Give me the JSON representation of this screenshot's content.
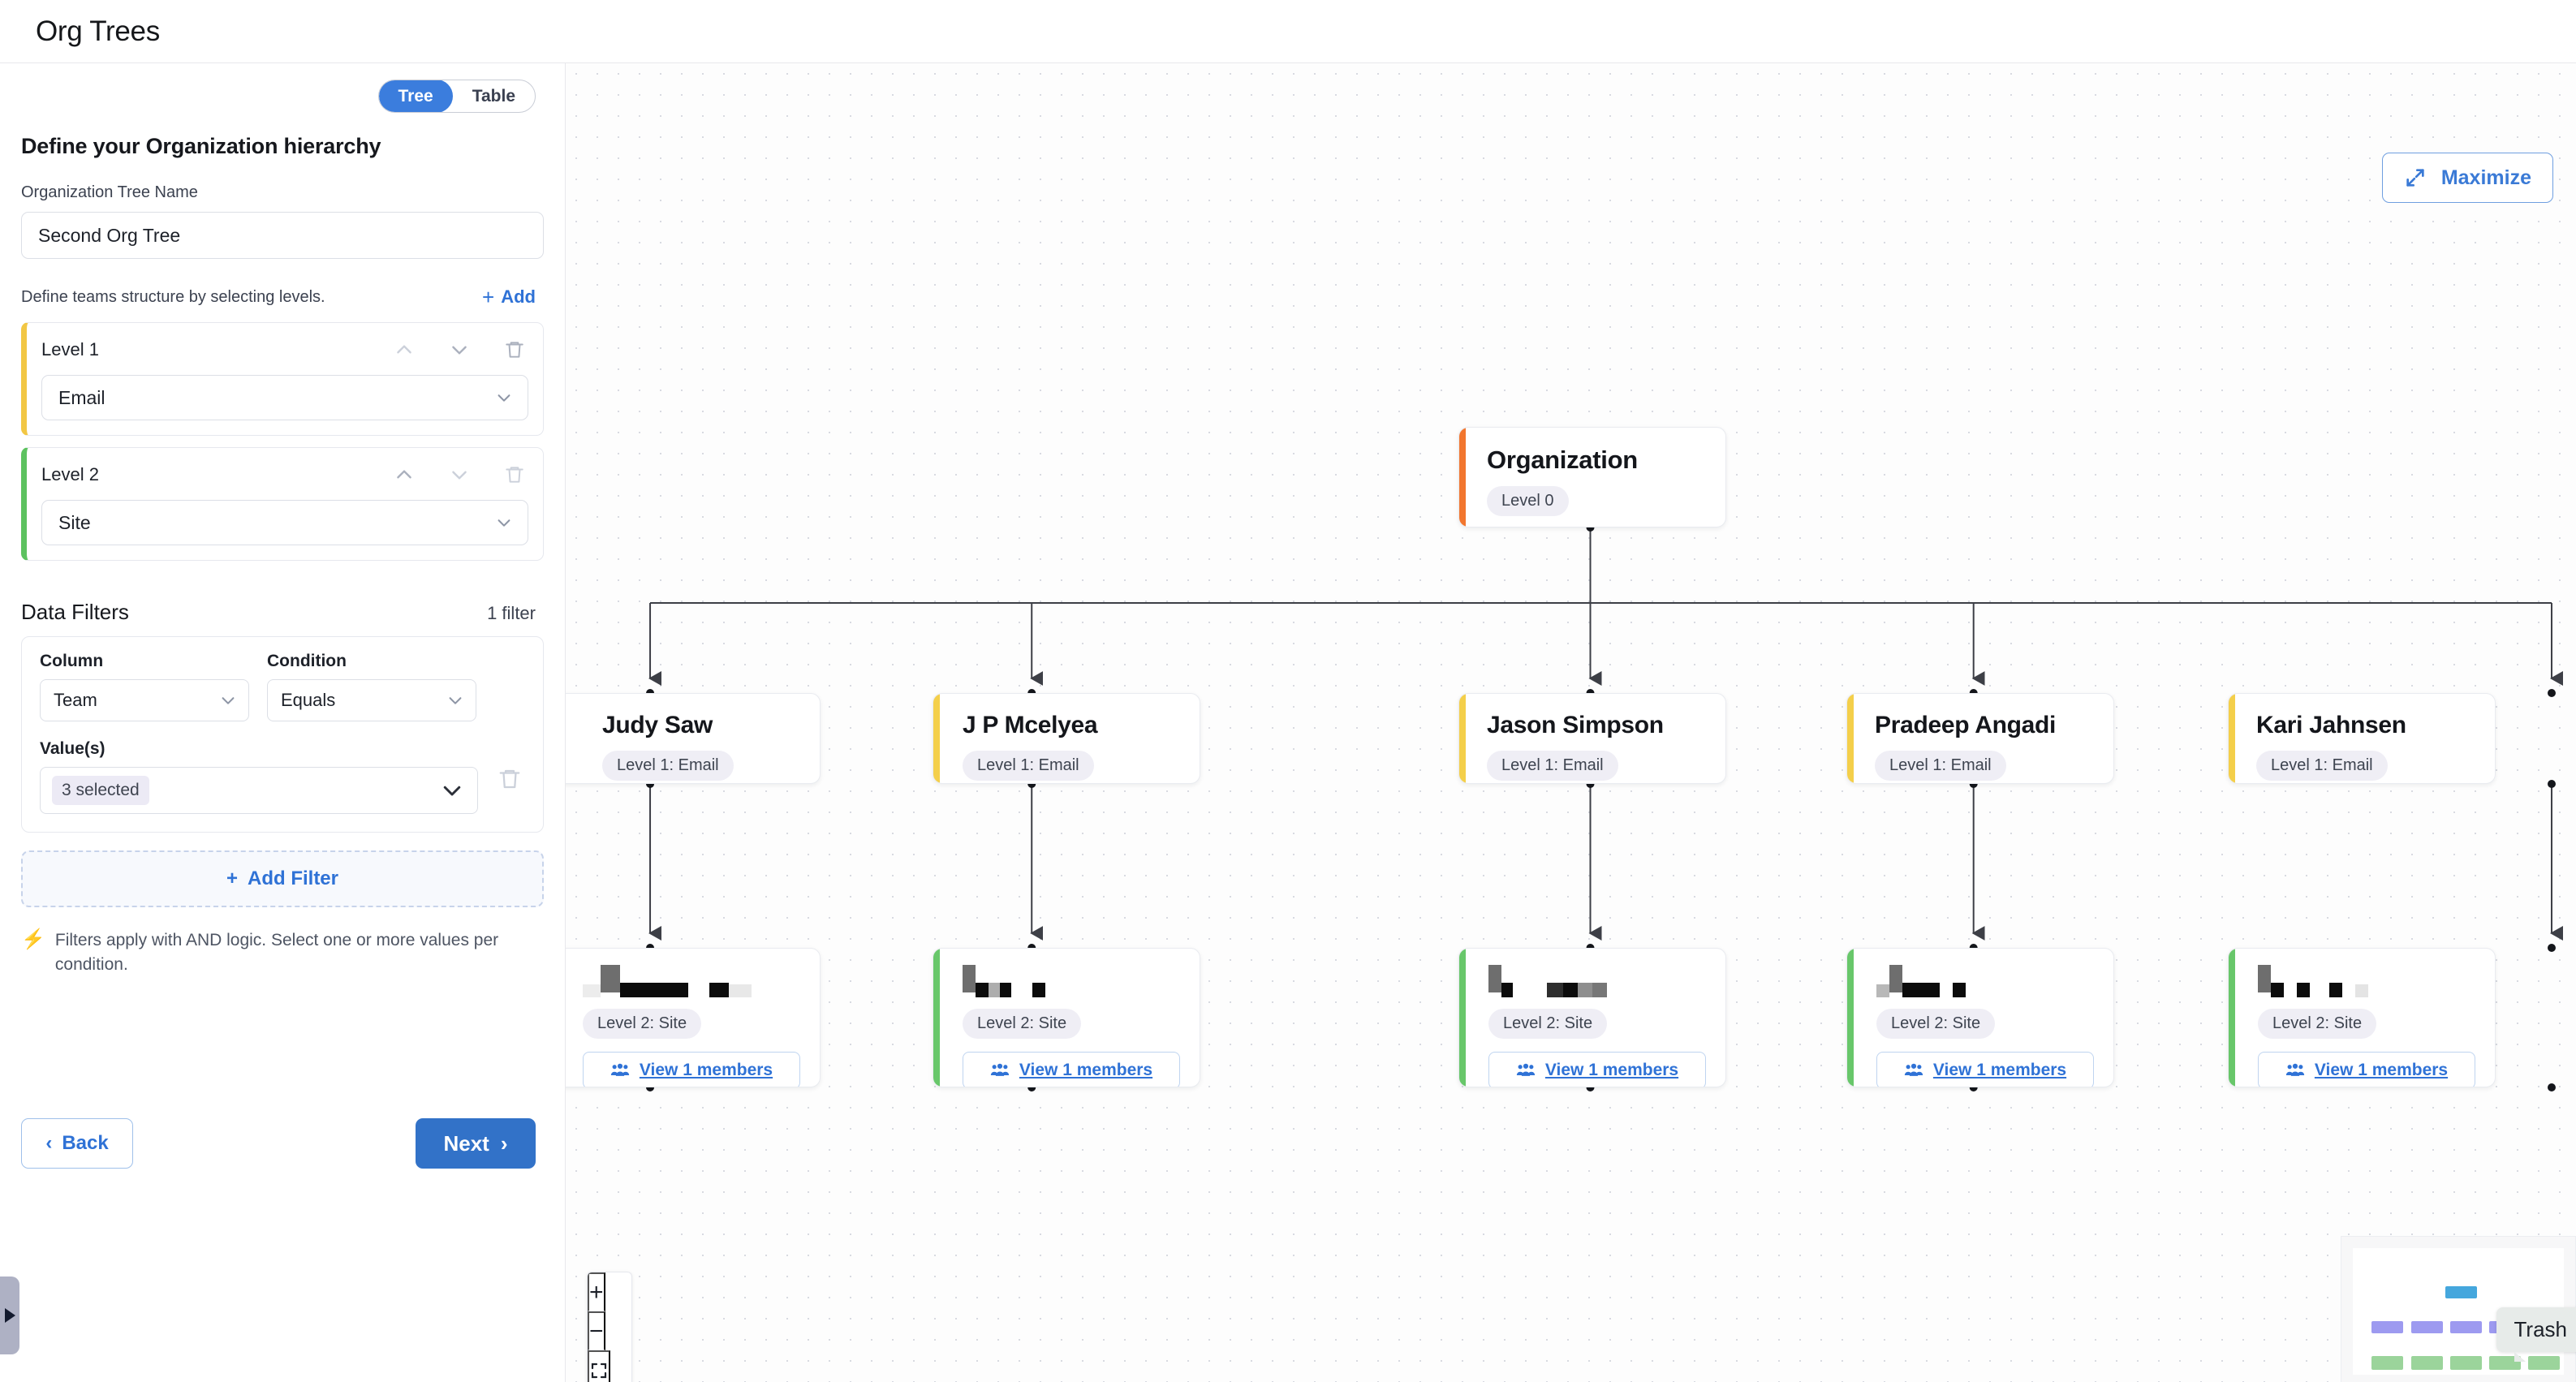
{
  "header": {
    "title": "Org Trees"
  },
  "sidebar": {
    "view_toggle": {
      "options": [
        "Tree",
        "Table"
      ],
      "selected": "Tree"
    },
    "section_title": "Define your Organization hierarchy",
    "tree_name_label": "Organization Tree Name",
    "tree_name_value": "Second Org Tree",
    "levels_hint": "Define teams structure by selecting levels.",
    "add_label": "Add",
    "levels": [
      {
        "name": "Level 1",
        "value": "Email",
        "accent": "#f4cf4a"
      },
      {
        "name": "Level 2",
        "value": "Site",
        "accent": "#5cc25f"
      }
    ],
    "filters": {
      "title": "Data Filters",
      "count_label": "1 filter",
      "column_label": "Column",
      "column_value": "Team",
      "condition_label": "Condition",
      "condition_value": "Equals",
      "values_label": "Value(s)",
      "values_chip": "3 selected",
      "add_filter_label": "Add Filter",
      "note": "Filters apply with AND logic. Select one or more values per condition."
    },
    "nav": {
      "back_label": "Back",
      "next_label": "Next"
    }
  },
  "canvas": {
    "maximize_label": "Maximize",
    "zoom_in_label": "+",
    "zoom_out_label": "−",
    "trash_tooltip": "Trash",
    "root": {
      "title": "Organization",
      "badge": "Level 0"
    },
    "level1": [
      {
        "title": "Judy Saw",
        "badge": "Level 1: Email"
      },
      {
        "title": "J P Mcelyea",
        "badge": "Level 1: Email"
      },
      {
        "title": "Jason Simpson",
        "badge": "Level 1: Email"
      },
      {
        "title": "Pradeep Angadi",
        "badge": "Level 1: Email"
      },
      {
        "title": "Kari Jahnsen",
        "badge": "Level 1: Email"
      }
    ],
    "level2": [
      {
        "title": "",
        "redacted": true,
        "badge": "Level 2: Site",
        "members_label": "View 1 members"
      },
      {
        "title": "",
        "redacted": true,
        "badge": "Level 2: Site",
        "members_label": "View 1 members"
      },
      {
        "title": "",
        "redacted": true,
        "badge": "Level 2: Site",
        "members_label": "View 1 members"
      },
      {
        "title": "",
        "redacted": true,
        "badge": "Level 2: Site",
        "members_label": "View 1 members"
      },
      {
        "title": "",
        "redacted": true,
        "badge": "Level 2: Site",
        "members_label": "View 1 members"
      }
    ]
  },
  "colors": {
    "accent_blue": "#3272c8",
    "level0": "#f2762e",
    "level1": "#f4cf4a",
    "level2": "#68c76a",
    "minimap_root": "#45a7dd",
    "minimap_l1": "#9d9af0",
    "minimap_l2": "#9bd49b"
  }
}
